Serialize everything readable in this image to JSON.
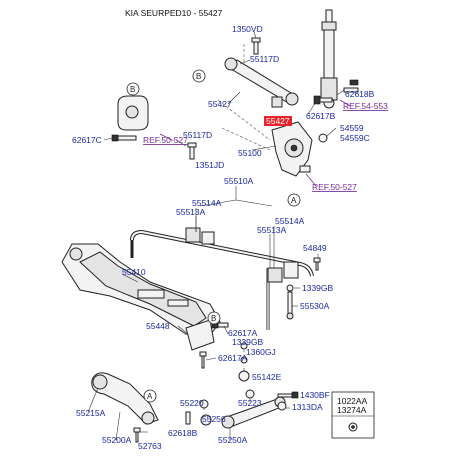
{
  "title": "KIA SEURPED10 - 55427",
  "highlight_color": "#e8232a",
  "ref_color": "#7a2a9a",
  "label_color": "#1a2aa0",
  "parts": [
    {
      "id": "p1350VD",
      "label": "1350VD"
    },
    {
      "id": "p55117D_top",
      "label": "55117D"
    },
    {
      "id": "p55427",
      "label": "55427"
    },
    {
      "id": "p55427_hl",
      "label": "55427"
    },
    {
      "id": "p55117D_mid",
      "label": "55117D"
    },
    {
      "id": "p1351JD",
      "label": "1351JD"
    },
    {
      "id": "p55100",
      "label": "55100"
    },
    {
      "id": "p62617C",
      "label": "62617C"
    },
    {
      "id": "p62618B",
      "label": "62618B"
    },
    {
      "id": "p62617B",
      "label": "62617B"
    },
    {
      "id": "p54559",
      "label": "54559"
    },
    {
      "id": "p54559C",
      "label": "54559C"
    },
    {
      "id": "p55510A",
      "label": "55510A"
    },
    {
      "id": "p55514A_l",
      "label": "55514A"
    },
    {
      "id": "p55513A_l",
      "label": "55513A"
    },
    {
      "id": "p55514A_r",
      "label": "55514A"
    },
    {
      "id": "p55513A_r",
      "label": "55513A"
    },
    {
      "id": "p54849",
      "label": "54849"
    },
    {
      "id": "p55410",
      "label": "55410"
    },
    {
      "id": "p1339GB_r",
      "label": "1339GB"
    },
    {
      "id": "p55530A",
      "label": "55530A"
    },
    {
      "id": "p55448",
      "label": "55448"
    },
    {
      "id": "p62617A_a",
      "label": "62617A"
    },
    {
      "id": "p1339GB_m",
      "label": "1339GB"
    },
    {
      "id": "p62617A_b",
      "label": "62617A"
    },
    {
      "id": "p1360GJ",
      "label": "1360GJ"
    },
    {
      "id": "p55142E",
      "label": "55142E"
    },
    {
      "id": "p55215A",
      "label": "55215A"
    },
    {
      "id": "p55220",
      "label": "55220"
    },
    {
      "id": "p55223",
      "label": "55223"
    },
    {
      "id": "p1430BF",
      "label": "1430BF"
    },
    {
      "id": "p1313DA",
      "label": "1313DA"
    },
    {
      "id": "p62618B_b",
      "label": "62618B"
    },
    {
      "id": "p55256",
      "label": "55256"
    },
    {
      "id": "p55200A",
      "label": "55200A"
    },
    {
      "id": "p52763",
      "label": "52763"
    },
    {
      "id": "p55250A",
      "label": "55250A"
    },
    {
      "id": "p1022AA",
      "label": "1022AA"
    },
    {
      "id": "p13274A",
      "label": "13274A"
    }
  ],
  "refs": [
    {
      "id": "ref54553",
      "label": "REF.54-553"
    },
    {
      "id": "ref50527a",
      "label": "REF.50-527"
    },
    {
      "id": "ref50527b",
      "label": "REF.50-527"
    }
  ],
  "markers": {
    "A": "A",
    "B": "B"
  }
}
